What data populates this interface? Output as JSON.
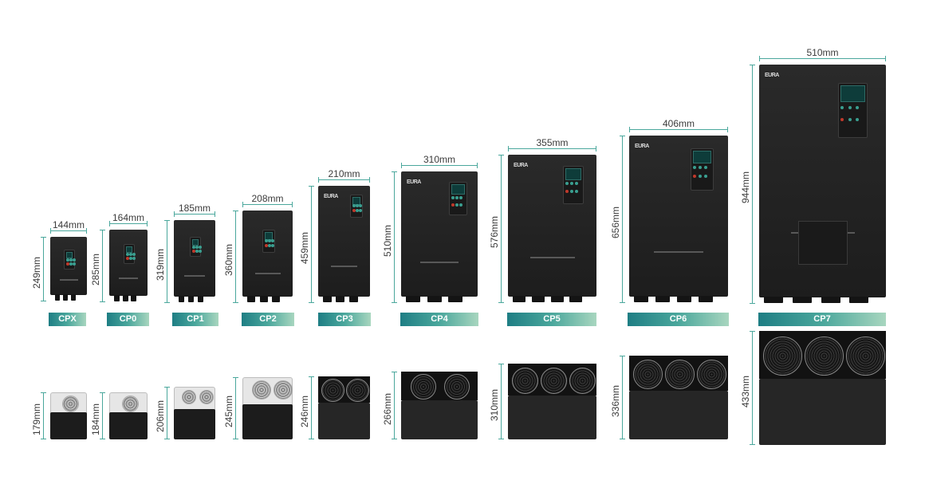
{
  "models": [
    {
      "name": "CPX",
      "width": "144mm",
      "height": "249mm",
      "depth": "179mm"
    },
    {
      "name": "CP0",
      "width": "164mm",
      "height": "285mm",
      "depth": "184mm"
    },
    {
      "name": "CP1",
      "width": "185mm",
      "height": "319mm",
      "depth": "206mm"
    },
    {
      "name": "CP2",
      "width": "208mm",
      "height": "360mm",
      "depth": "245mm"
    },
    {
      "name": "CP3",
      "width": "210mm",
      "height": "459mm",
      "depth": "246mm"
    },
    {
      "name": "CP4",
      "width": "310mm",
      "height": "510mm",
      "depth": "266mm"
    },
    {
      "name": "CP5",
      "width": "355mm",
      "height": "576mm",
      "depth": "310mm"
    },
    {
      "name": "CP6",
      "width": "406mm",
      "height": "656mm",
      "depth": "336mm"
    },
    {
      "name": "CP7",
      "width": "510mm",
      "height": "944mm",
      "depth": "433mm"
    }
  ],
  "brand_logo": "EURA",
  "colors": {
    "accent": "#4aa79c",
    "label_start": "#1e7e84",
    "label_end": "#a8d6bf",
    "unit": "#242424"
  }
}
